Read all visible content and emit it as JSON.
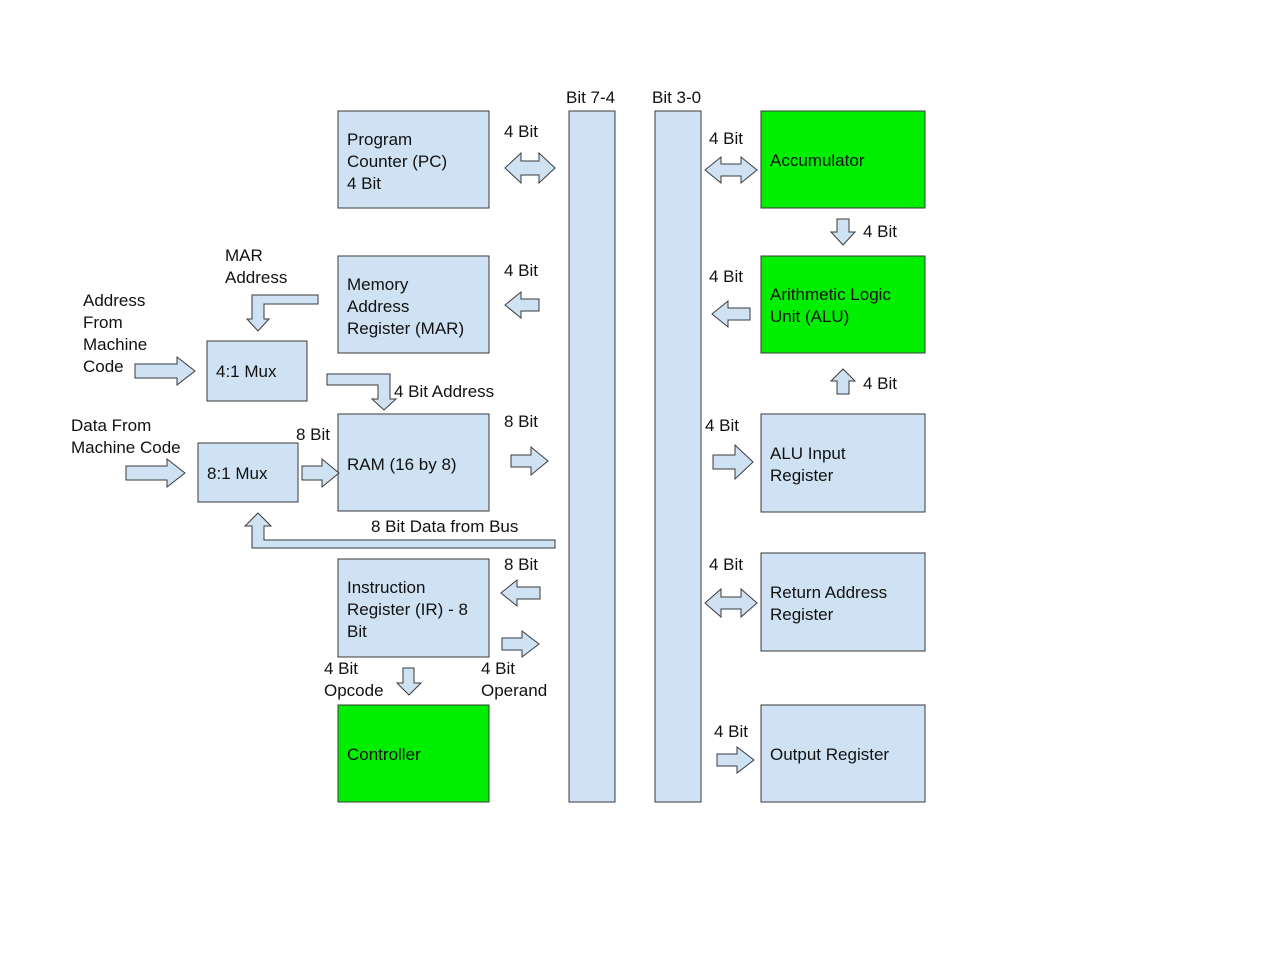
{
  "colors": {
    "block": "#cfe2f3",
    "highlight": "#00ee00",
    "stroke": "#3a3a3a"
  },
  "buses": {
    "high": "Bit 7-4",
    "low": "Bit 3-0"
  },
  "blocks": {
    "pc": [
      "Program",
      "Counter (PC)",
      "4 Bit"
    ],
    "mar": [
      "Memory",
      "Address",
      "Register (MAR)"
    ],
    "mux4": "4:1 Mux",
    "mux8": "8:1 Mux",
    "ram": "RAM (16 by 8)",
    "ir": [
      "Instruction",
      "Register (IR) - 8",
      "Bit"
    ],
    "controller": "Controller",
    "accumulator": "Accumulator",
    "alu": [
      "Arithmetic Logic",
      "Unit (ALU)"
    ],
    "alu_input": [
      "ALU Input",
      "Register"
    ],
    "return_address": [
      "Return Address",
      "Register"
    ],
    "output": "Output Register"
  },
  "labels": {
    "pc_bus": "4 Bit",
    "mar_bus": "4 Bit",
    "mar_address": [
      "MAR",
      "Address"
    ],
    "address_from_code": [
      "Address",
      "From",
      "Machine",
      "Code"
    ],
    "mux4_to_ram": "4 Bit Address",
    "data_from_code": [
      "Data From",
      "Machine Code"
    ],
    "mux8_to_ram": "8 Bit",
    "ram_bus": "8 Bit",
    "data_from_bus": "8 Bit Data from Bus",
    "ir_bus": "8 Bit",
    "opcode": [
      "4 Bit",
      "Opcode"
    ],
    "operand": [
      "4 Bit",
      "Operand"
    ],
    "acc_bus": "4 Bit",
    "acc_alu": "4 Bit",
    "alu_bus": "4 Bit",
    "aluin_alu": "4 Bit",
    "aluin_bus": "4 Bit",
    "ret_bus": "4 Bit",
    "out_bus": "4 Bit"
  }
}
